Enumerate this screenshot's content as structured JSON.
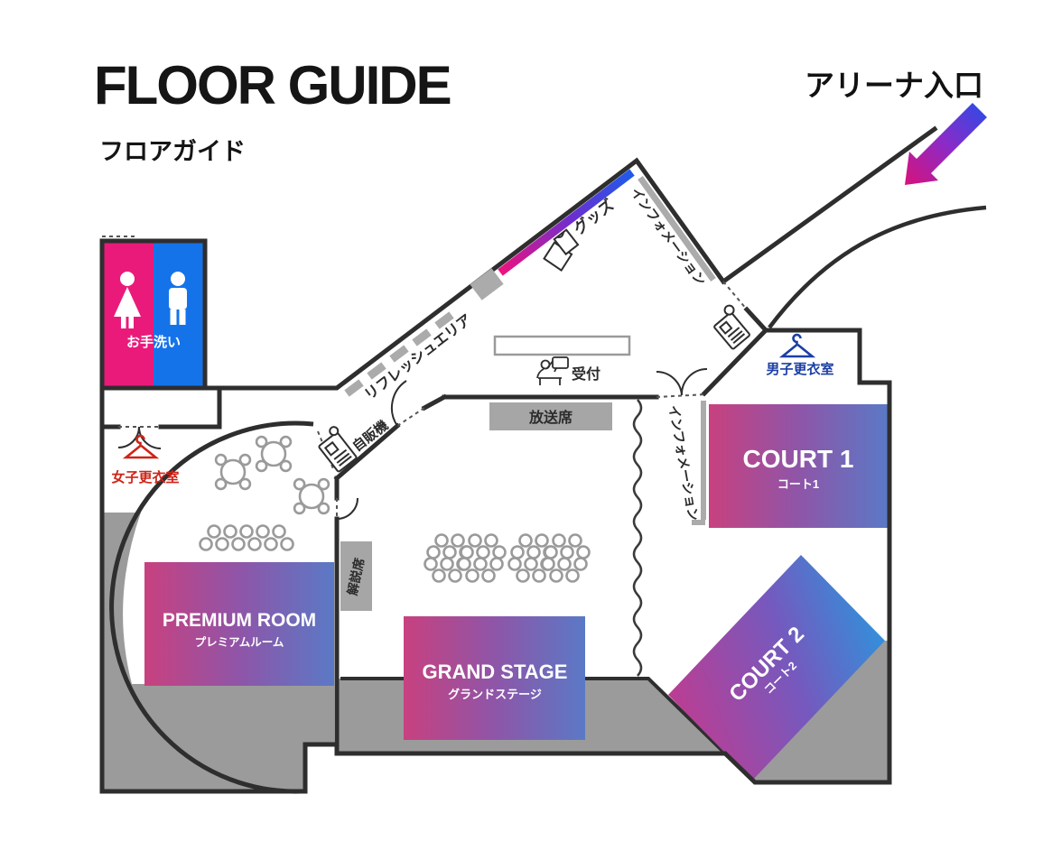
{
  "header": {
    "title_en": "FLOOR GUIDE",
    "title_ja": "フロアガイド"
  },
  "entrance": {
    "label": "アリーナ入口"
  },
  "areas": {
    "premium_room": {
      "name_en": "PREMIUM ROOM",
      "name_ja": "プレミアムルーム"
    },
    "grand_stage": {
      "name_en": "GRAND STAGE",
      "name_ja": "グランドステージ"
    },
    "court_1": {
      "name_en": "COURT 1",
      "name_ja": "コート1"
    },
    "court_2": {
      "name_en": "COURT 2",
      "name_ja": "コート2"
    }
  },
  "labels": {
    "restroom": "お手洗い",
    "womens_changing_room": "女子更衣室",
    "mens_changing_room": "男子更衣室",
    "goods": "グッズ",
    "refresh_area": "リフレッシュエリア",
    "vending_machine": "自販機",
    "reception": "受付",
    "broadcast_seat": "放送席",
    "commentary_seat": "解説席",
    "information_entrance": "インフォメーション",
    "information_court": "インフォメーション"
  },
  "colors": {
    "female_pink": "#EA1A7B",
    "male_blue": "#1573EA",
    "gradient_pink": "#C8417F",
    "gradient_blue": "#5A79C6",
    "court2_blue": "#2E93DC",
    "wall_dark": "#2E2E2E",
    "floor_gray": "#9B9B9B",
    "accent_red": "#CE2418",
    "accent_navy": "#1B3FA5"
  }
}
